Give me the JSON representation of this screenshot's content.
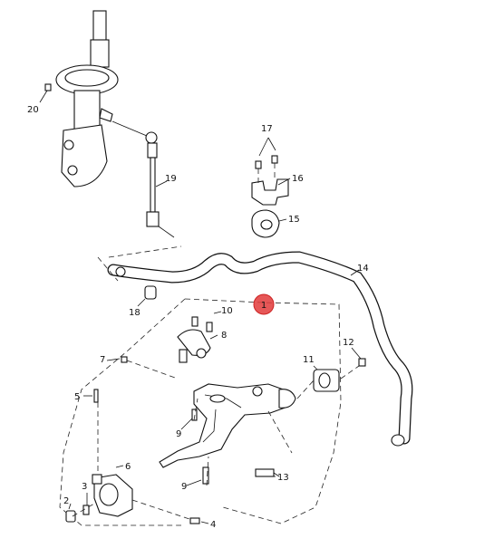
{
  "diagram": {
    "accent_color": "#e23a3a",
    "callout": {
      "label": "1"
    },
    "labels": [
      {
        "id": "l2",
        "text": "2"
      },
      {
        "id": "l3",
        "text": "3"
      },
      {
        "id": "l4",
        "text": "4"
      },
      {
        "id": "l5",
        "text": "5"
      },
      {
        "id": "l6",
        "text": "6"
      },
      {
        "id": "l7",
        "text": "7"
      },
      {
        "id": "l8",
        "text": "8"
      },
      {
        "id": "l9a",
        "text": "9"
      },
      {
        "id": "l9b",
        "text": "9"
      },
      {
        "id": "l10",
        "text": "10"
      },
      {
        "id": "l11",
        "text": "11"
      },
      {
        "id": "l12",
        "text": "12"
      },
      {
        "id": "l13",
        "text": "13"
      },
      {
        "id": "l14",
        "text": "14"
      },
      {
        "id": "l15",
        "text": "15"
      },
      {
        "id": "l16",
        "text": "16"
      },
      {
        "id": "l17",
        "text": "17"
      },
      {
        "id": "l18",
        "text": "18"
      },
      {
        "id": "l19",
        "text": "19"
      },
      {
        "id": "l20",
        "text": "20"
      }
    ]
  }
}
